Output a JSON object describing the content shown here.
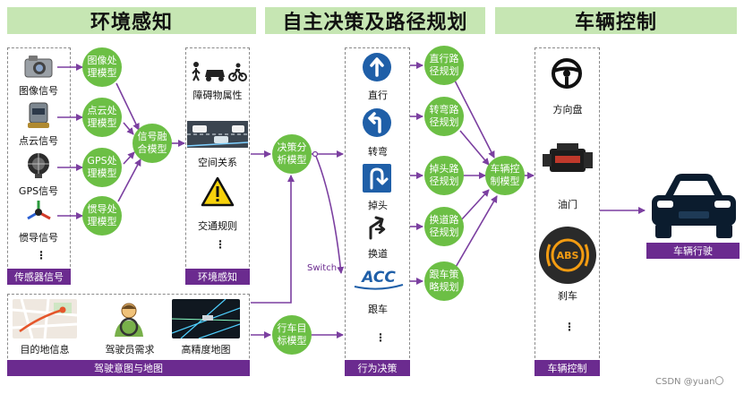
{
  "headers": {
    "env": "环境感知",
    "decision": "自主决策及路径规划",
    "control": "车辆控制"
  },
  "sensors": {
    "items": [
      "图像信号",
      "点云信号",
      "GPS信号",
      "惯导信号"
    ],
    "more": "⋮",
    "panel_label": "传感器信号"
  },
  "processing": {
    "image": "图像处理模型",
    "cloud": "点云处理模型",
    "gps": "GPS处理模型",
    "imu": "惯导处理模型",
    "fusion": "信号融合模型"
  },
  "environment": {
    "items": [
      "障碍物属性",
      "空间关系",
      "交通规则"
    ],
    "more": "⋮",
    "panel_label": "环境感知"
  },
  "decision": {
    "analysis": "决策分析模型",
    "target": "行车目标模型",
    "switch": "Switch"
  },
  "intent": {
    "items": [
      "目的地信息",
      "驾驶员需求",
      "高精度地图"
    ],
    "panel_label": "驾驶意图与地图"
  },
  "behaviors": {
    "items": [
      "直行",
      "转弯",
      "掉头",
      "换道",
      "跟车"
    ],
    "acc_logo": "ACC",
    "more": "⋮",
    "panel_label": "行为决策"
  },
  "planning": {
    "items": [
      "直行路径规划",
      "转弯路径规划",
      "掉头路径规划",
      "换道路径规划",
      "跟车策略规划"
    ]
  },
  "control": {
    "model": "车辆控制模型",
    "items": [
      "方向盘",
      "油门",
      "刹车"
    ],
    "abs_logo": "ABS",
    "more": "⋮",
    "panel_label": "车辆控制",
    "output": "车辆行驶"
  },
  "watermark": "CSDN @yuan〇",
  "colors": {
    "header_bg": "#c6e6b3",
    "node_green": "#6cbf45",
    "label_purple": "#6b2b8f",
    "arrow_purple": "#7b3fa0",
    "sign_blue": "#1f5fa8"
  }
}
